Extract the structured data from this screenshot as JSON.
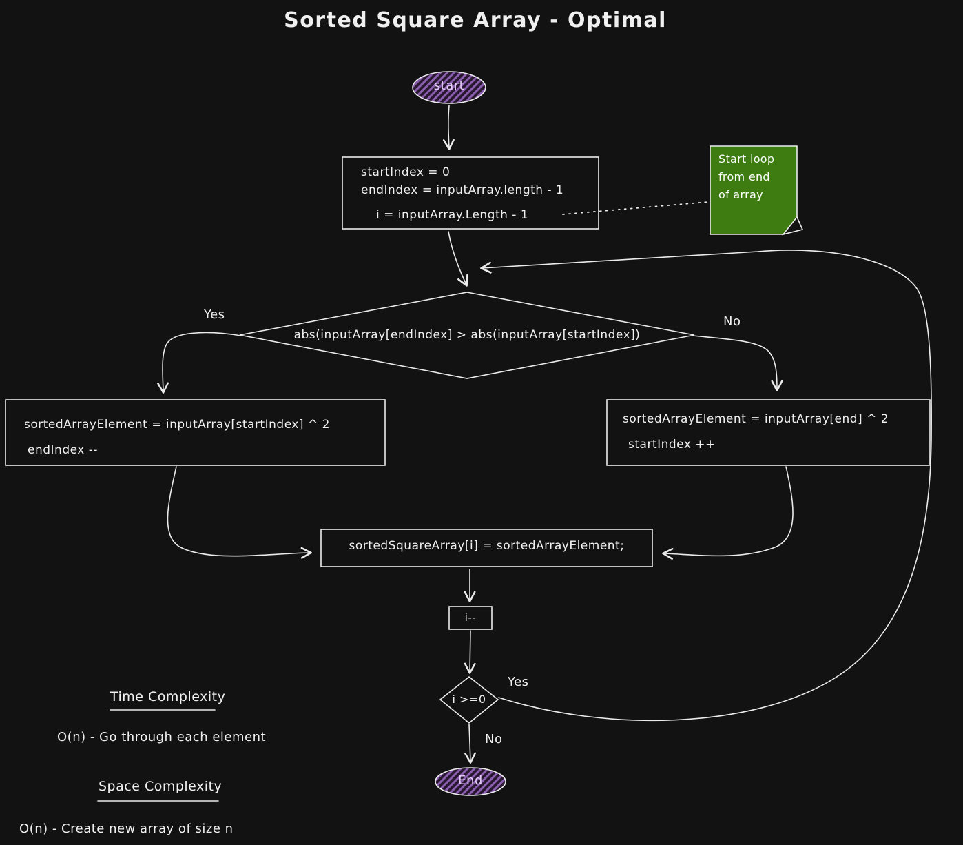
{
  "title": "Sorted Square Array - Optimal",
  "flowchart": {
    "start_label": "start",
    "init_box": {
      "line1": "startIndex = 0",
      "line2": "endIndex = inputArray.length - 1",
      "line3": "i = inputArray.Length - 1"
    },
    "note": {
      "text": "Start loop\nfrom end\nof array"
    },
    "condition": "abs(inputArray[endIndex] > abs(inputArray[startIndex])",
    "condition_yes": "Yes",
    "condition_no": "No",
    "yes_box": {
      "line1": "sortedArrayElement = inputArray[startIndex] ^ 2",
      "line2": "endIndex --"
    },
    "no_box": {
      "line1": "sortedArrayElement = inputArray[end] ^ 2",
      "line2": "startIndex ++"
    },
    "assign_box": "sortedSquareArray[i] = sortedArrayElement;",
    "decrement_box": "i--",
    "loop_condition": "i >=0",
    "loop_yes": "Yes",
    "loop_no": "No",
    "end_label": "End"
  },
  "complexity": {
    "time_heading": "Time Complexity",
    "time_detail": "O(n) - Go through each element",
    "space_heading": "Space Complexity",
    "space_detail": "O(n) - Create new array of size n"
  },
  "colors": {
    "background": "#121212",
    "stroke": "#ebebeb",
    "note_fill": "#3e7c12",
    "oval_hatch_purple": "#8a5fb0",
    "oval_hatch_dark": "#2a1831",
    "oval_text": "#e3cdf6"
  }
}
